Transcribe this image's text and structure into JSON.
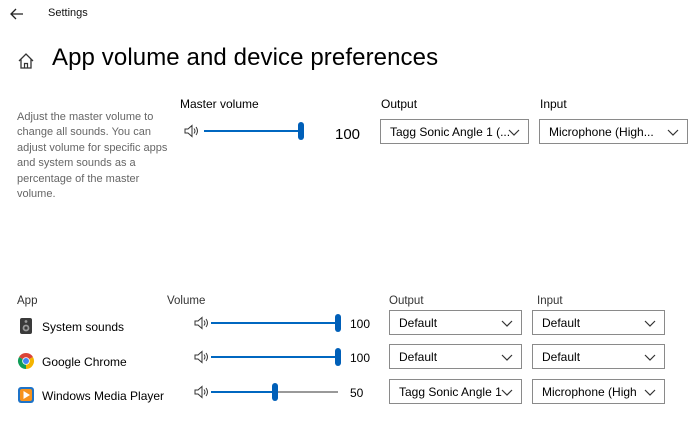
{
  "window": {
    "title": "Settings"
  },
  "page": {
    "title": "App volume and device preferences"
  },
  "description": "Adjust the master volume to change all sounds. You can adjust volume for specific apps and system sounds as a percentage of the master volume.",
  "master": {
    "label": "Master volume",
    "value": "100",
    "level": 100,
    "output_label": "Output",
    "output_value": "Tagg Sonic Angle 1 (...",
    "input_label": "Input",
    "input_value": "Microphone (High..."
  },
  "apps_header": {
    "app": "App",
    "volume": "Volume",
    "output": "Output",
    "input": "Input"
  },
  "apps": [
    {
      "name": "System sounds",
      "value": "100",
      "level": 100,
      "output": "Default",
      "input": "Default"
    },
    {
      "name": "Google Chrome",
      "value": "100",
      "level": 100,
      "output": "Default",
      "input": "Default"
    },
    {
      "name": "Windows Media Player",
      "value": "50",
      "level": 50,
      "output": "Tagg Sonic Angle 1",
      "input": "Microphone (High"
    }
  ],
  "colors": {
    "accent": "#0067c0"
  }
}
